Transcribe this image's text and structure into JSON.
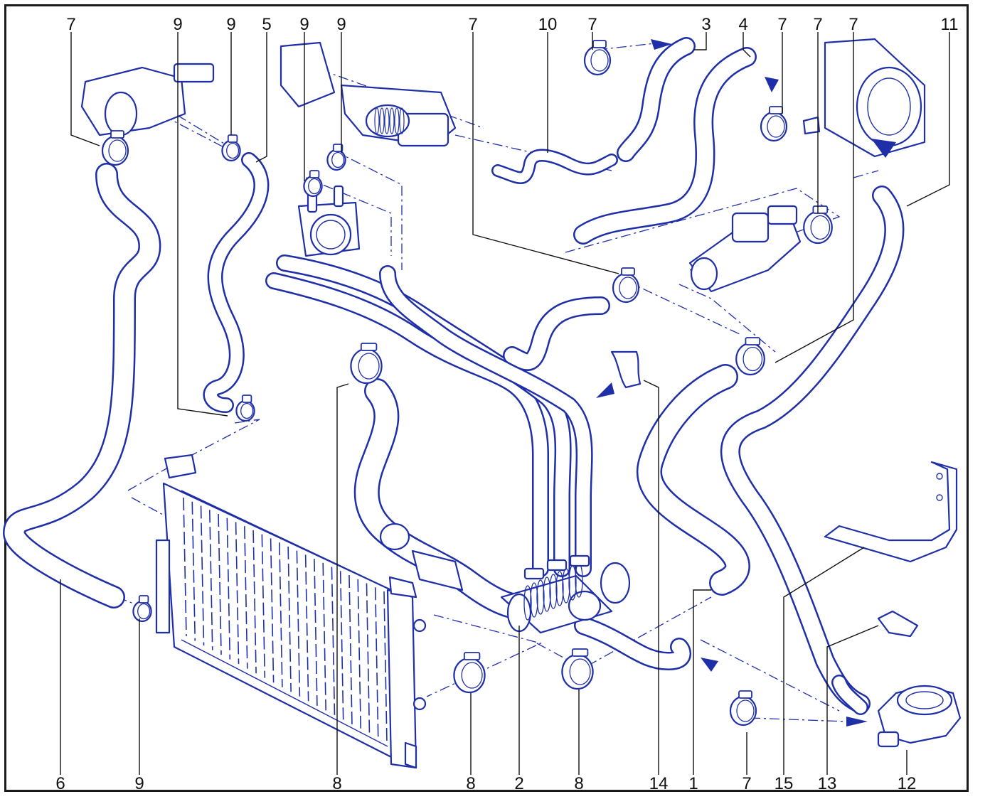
{
  "diagram": {
    "callouts_top": [
      "7",
      "9",
      "9",
      "5",
      "9",
      "9",
      "7",
      "10",
      "7",
      "3",
      "4",
      "7",
      "7",
      "7",
      "11"
    ],
    "callouts_bottom": [
      "6",
      "9",
      "8",
      "8",
      "2",
      "8",
      "14",
      "1",
      "7",
      "15",
      "13",
      "12"
    ],
    "colors": {
      "line": "#1f2fa8",
      "text": "#111111",
      "frame": "#1a1a1a",
      "background": "#ffffff"
    }
  }
}
